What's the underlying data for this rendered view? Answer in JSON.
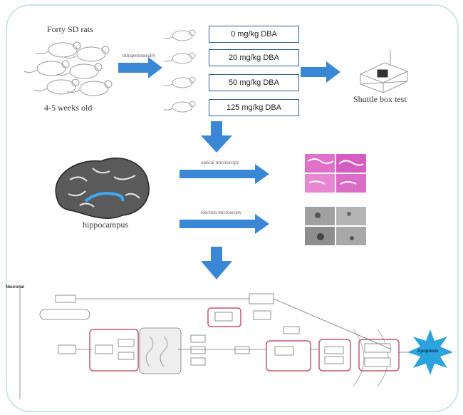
{
  "animals": {
    "group_label": "Forty SD rats",
    "age_label": "4-5 weeks old",
    "route_label": "intraperitoneally"
  },
  "doses": [
    "0 mg/kg DBA",
    "20 mg/kg DBA",
    "50 mg/kg DBA",
    "125 mg/kg DBA"
  ],
  "behavior": {
    "test_label": "Shuttle box test"
  },
  "brain": {
    "region_label": "hippocampus"
  },
  "histology": {
    "optical_label": "optical microscopy",
    "electron_label": "electron microscopy"
  },
  "pathway": {
    "title": "Neuronal",
    "outcome_label": "Apoptosis",
    "colors": {
      "highlight": "#c2566f",
      "arrow": "#3a87d6",
      "burst": "#2aa3df"
    }
  },
  "colors": {
    "frame": "#c9e6e8",
    "dose_border": "#2e5f9a",
    "he_stain": "#e070c8",
    "em_gray": "#9a9a9a"
  }
}
